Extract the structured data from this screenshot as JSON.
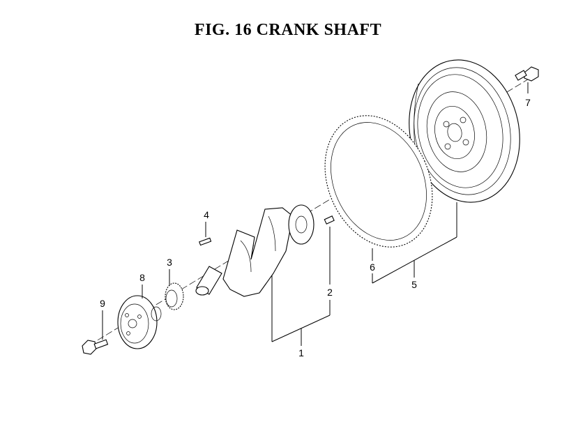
{
  "title": "FIG. 16  CRANK SHAFT",
  "callouts": [
    {
      "id": "c1",
      "number": "1"
    },
    {
      "id": "c2",
      "number": "2"
    },
    {
      "id": "c3",
      "number": "3"
    },
    {
      "id": "c4",
      "number": "4"
    },
    {
      "id": "c5",
      "number": "5"
    },
    {
      "id": "c6",
      "number": "6"
    },
    {
      "id": "c7",
      "number": "7"
    },
    {
      "id": "c8",
      "number": "8"
    },
    {
      "id": "c9",
      "number": "9"
    }
  ]
}
